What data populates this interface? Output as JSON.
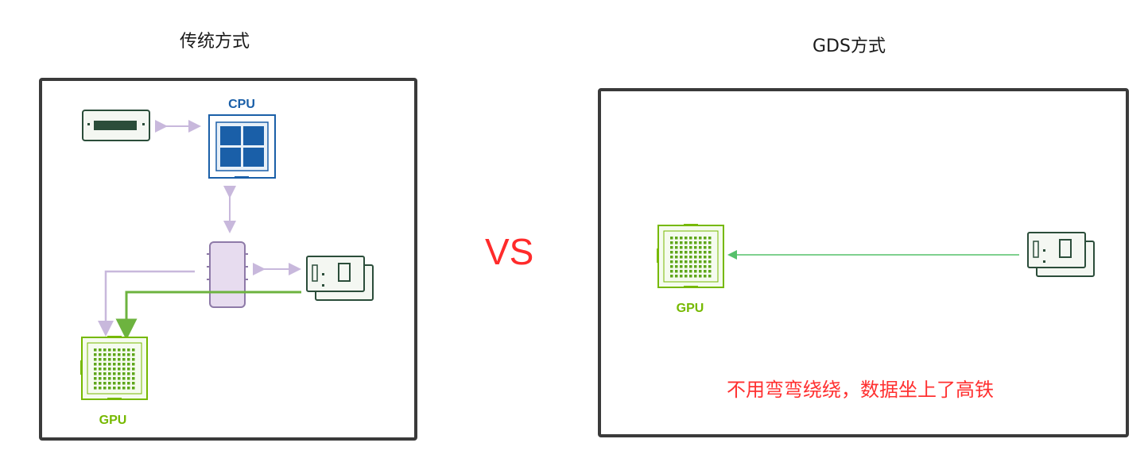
{
  "left": {
    "title": "传统方式",
    "cpu_label": "CPU",
    "gpu_label": "GPU"
  },
  "vs_text": "VS",
  "right": {
    "title": "GDS方式",
    "gpu_label": "GPU",
    "caption": "不用弯弯绕绕，数据坐上了高铁"
  },
  "colors": {
    "cpu_blue": "#1a5fa8",
    "gpu_green": "#76b900",
    "bridge_purple": "#b9a6d2",
    "nic_dark_green": "#2b4d3a",
    "vs_red": "#ff2b2b",
    "caption_red": "#ff3030"
  },
  "icons": [
    "memory-module-icon",
    "cpu-icon",
    "pcie-switch-icon",
    "storage-nic-icon",
    "gpu-icon"
  ]
}
